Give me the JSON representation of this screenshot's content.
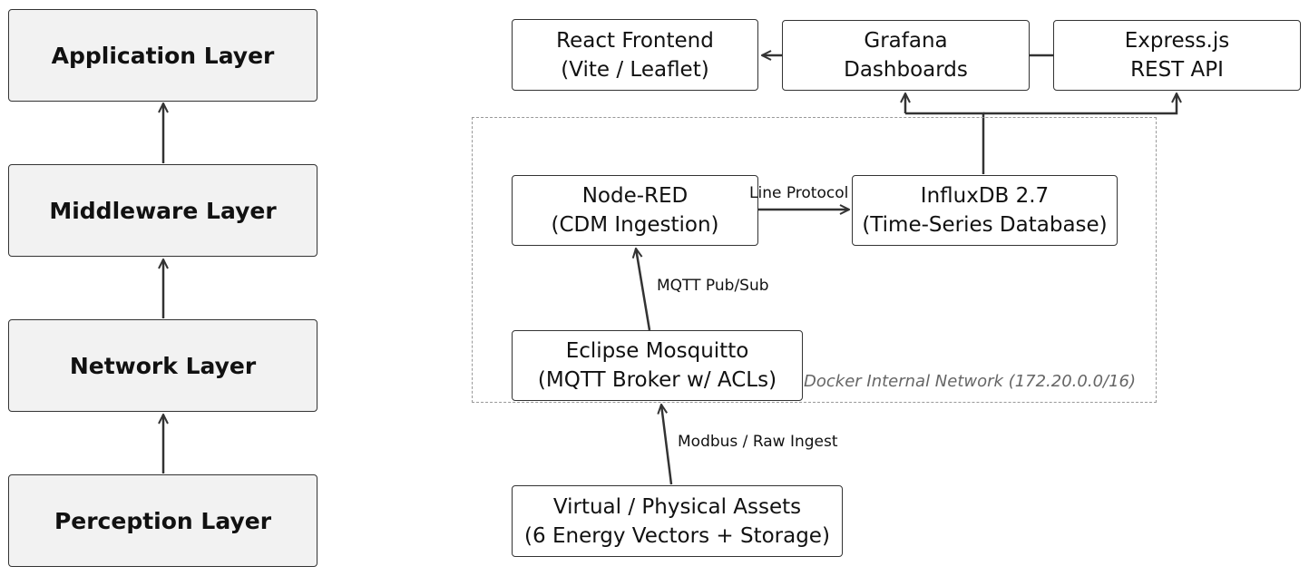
{
  "layers": [
    {
      "id": "application",
      "label": "Application Layer"
    },
    {
      "id": "middleware",
      "label": "Middleware Layer"
    },
    {
      "id": "network",
      "label": "Network Layer"
    },
    {
      "id": "perception",
      "label": "Perception Layer"
    }
  ],
  "nodes": {
    "react": {
      "line1": "React Frontend",
      "line2": "(Vite / Leaflet)"
    },
    "grafana": {
      "line1": "Grafana",
      "line2": "Dashboards"
    },
    "express": {
      "line1": "Express.js",
      "line2": "REST API"
    },
    "nodered": {
      "line1": "Node-RED",
      "line2": "(CDM Ingestion)"
    },
    "influx": {
      "line1": "InfluxDB 2.7",
      "line2": "(Time-Series Database)"
    },
    "mosquitto": {
      "line1": "Eclipse Mosquitto",
      "line2": "(MQTT Broker w/ ACLs)"
    },
    "assets": {
      "line1": "Virtual / Physical Assets",
      "line2": "(6 Energy Vectors + Storage)"
    }
  },
  "edges": {
    "line_protocol": "Line Protocol",
    "mqtt_pubsub": "MQTT Pub/Sub",
    "modbus": "Modbus / Raw Ingest"
  },
  "network": {
    "label": "Docker Internal Network (172.20.0.0/16)"
  },
  "colors": {
    "stroke": "#333333",
    "layer_fill": "#f2f2f2",
    "boundary": "#999999",
    "boundary_text": "#666666"
  }
}
